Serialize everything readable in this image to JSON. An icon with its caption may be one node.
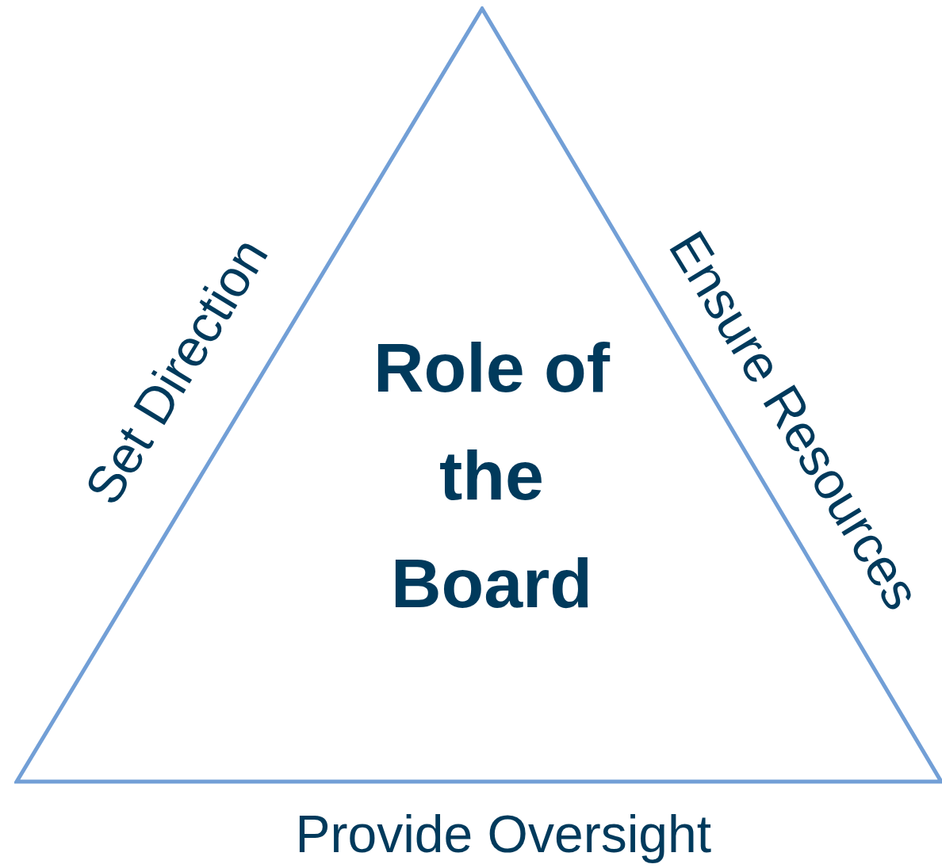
{
  "diagram": {
    "nodes": [
      {
        "text": [
          "Role of the Board"
        ]
      }
    ],
    "labels": [
      "Set Direction",
      "Ensure Resources",
      "Provide Oversight"
    ]
  }
}
